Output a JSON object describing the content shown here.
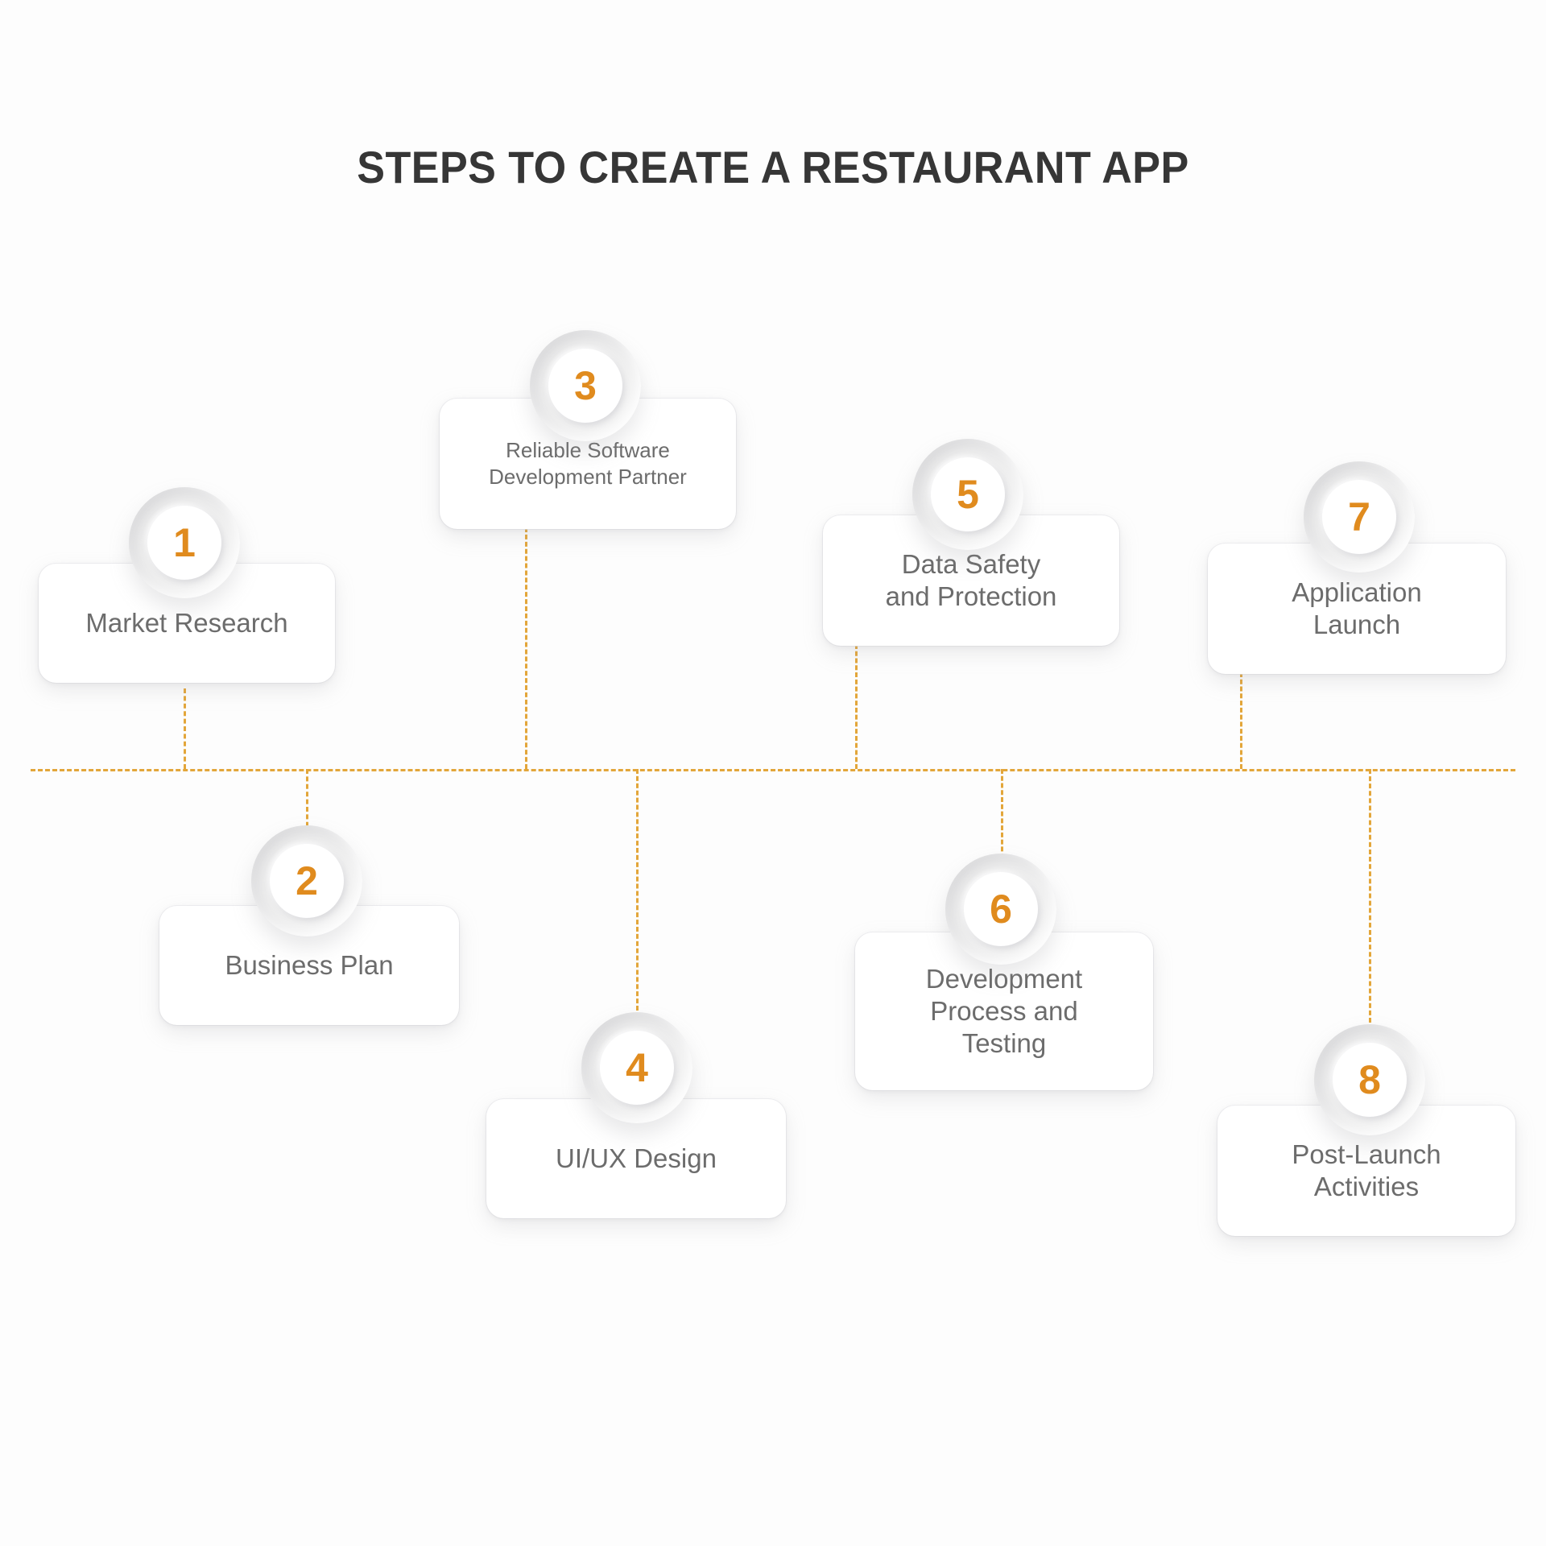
{
  "title": "STEPS TO CREATE A RESTAURANT APP",
  "colors": {
    "accent_orange": "#e08b1e",
    "connector_dashed": "#e3a63a",
    "title_text": "#363636",
    "card_text": "#6c6c6c",
    "card_bg": "#ffffff",
    "badge_bg": "#efefef",
    "page_bg": "#fdfdfd"
  },
  "diagram": {
    "type": "timeline-zigzag",
    "orientation": "horizontal",
    "step_count": 8,
    "connector_style": "dashed",
    "steps": [
      {
        "number": "1",
        "label": "Market Research",
        "position": "above"
      },
      {
        "number": "2",
        "label": "Business Plan",
        "position": "below"
      },
      {
        "number": "3",
        "label": "Reliable Software\nDevelopment Partner",
        "position": "above"
      },
      {
        "number": "4",
        "label": "UI/UX Design",
        "position": "below"
      },
      {
        "number": "5",
        "label": "Data Safety\nand Protection",
        "position": "above"
      },
      {
        "number": "6",
        "label": "Development\nProcess and\nTesting",
        "position": "below"
      },
      {
        "number": "7",
        "label": "Application\nLaunch",
        "position": "above"
      },
      {
        "number": "8",
        "label": "Post-Launch\nActivities",
        "position": "below"
      }
    ]
  }
}
